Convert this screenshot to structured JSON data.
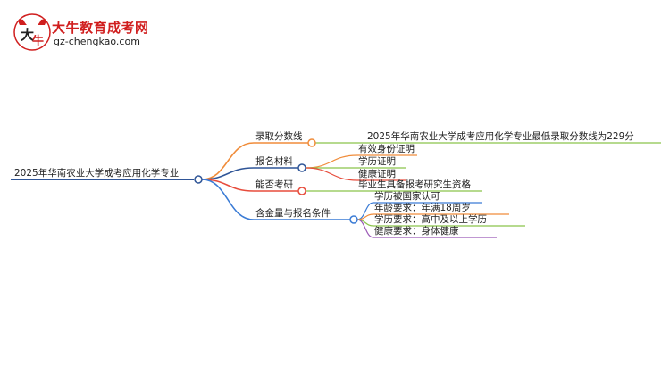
{
  "logo": {
    "title": "大牛教育成考网",
    "url": "gz-chengkao.com",
    "mark_icon": "bull-head-mascot-icon"
  },
  "mindmap": {
    "root": "2025年华南农业大学成考应用化学专业",
    "branches": [
      {
        "label": "录取分数线",
        "color": "#f08c3a",
        "children": [
          "2025年华南农业大学成考应用化学专业最低录取分数线为229分"
        ],
        "child_colors": [
          "#8bc34a"
        ]
      },
      {
        "label": "报名材料",
        "color": "#2f5597",
        "children": [
          "有效身份证明",
          "学历证明",
          "健康证明"
        ],
        "child_colors": [
          "#f08c3a",
          "#8bc34a",
          "#e74c3c"
        ]
      },
      {
        "label": "能否考研",
        "color": "#e74c3c",
        "children": [
          "毕业生具备报考研究生资格"
        ],
        "child_colors": [
          "#8bc34a"
        ]
      },
      {
        "label": "含金量与报名条件",
        "color": "#3a7bd5",
        "children": [
          "学历被国家认可",
          "年龄要求：年满18周岁",
          "学历要求：高中及以上学历",
          "健康要求：身体健康"
        ],
        "child_colors": [
          "#3a7bd5",
          "#f08c3a",
          "#8bc34a",
          "#9b59b6"
        ]
      }
    ]
  }
}
